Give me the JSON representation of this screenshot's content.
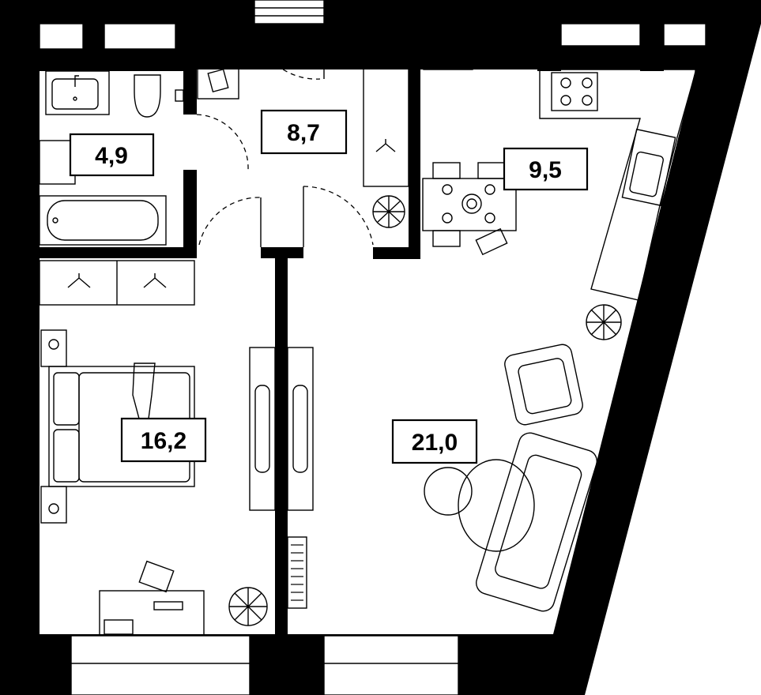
{
  "plan": {
    "rooms": [
      {
        "key": "bathroom",
        "area": "4,9"
      },
      {
        "key": "hallway",
        "area": "8,7"
      },
      {
        "key": "kitchen",
        "area": "9,5"
      },
      {
        "key": "bedroom",
        "area": "16,2"
      },
      {
        "key": "living",
        "area": "21,0"
      }
    ],
    "colors": {
      "wall": "#000000",
      "background": "#ffffff",
      "line": "#000000"
    }
  }
}
